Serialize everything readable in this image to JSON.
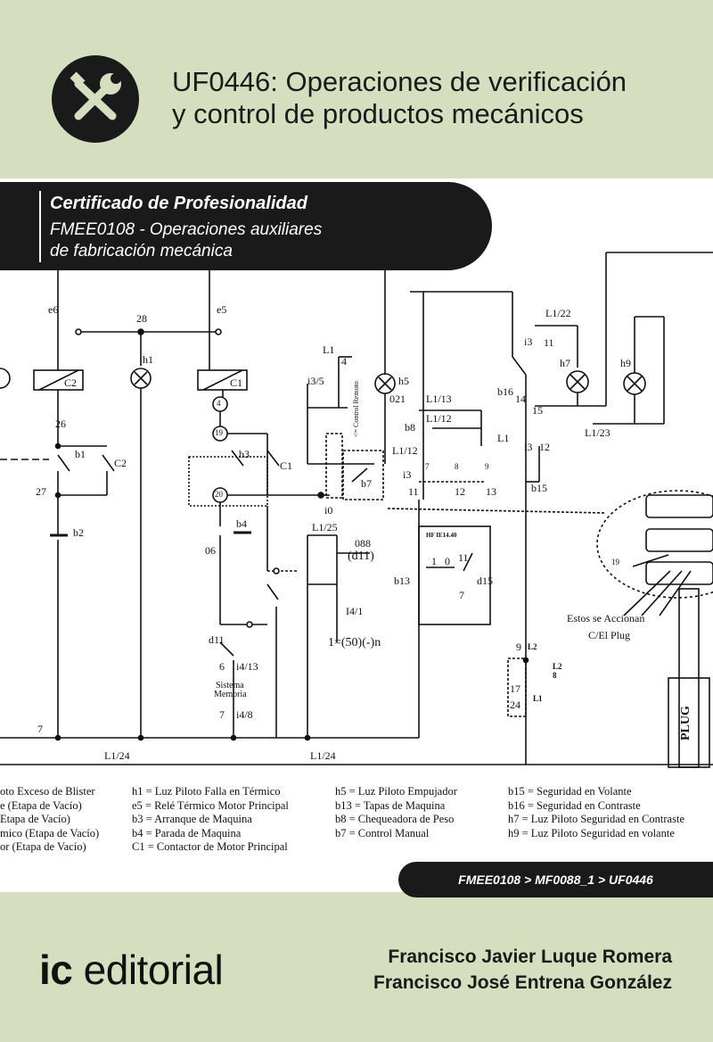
{
  "book": {
    "title_line1": "UF0446: Operaciones de verificación",
    "title_line2": "y control de productos mecánicos",
    "cert_title": "Certificado de Profesionalidad",
    "cert_sub_line1": "FMEE0108 - Operaciones auxiliares",
    "cert_sub_line2": "de fabricación mecánica",
    "path": "FMEE0108 > MF0088_1 > UF0446",
    "publisher_ic": "ic",
    "publisher_name": " editorial",
    "author1": "Francisco Javier Luque Romera",
    "author2": "Francisco José Entrena González",
    "logo_icon": "wrench-screwdriver-icon"
  },
  "diagram": {
    "labels": {
      "e6": "e6",
      "e5": "e5",
      "n28": "28",
      "h1": "h1",
      "c2": "C2",
      "c1": "C1",
      "n26": "26",
      "b1": "b1",
      "c2b": "C2",
      "n27": "27",
      "b2": "b2",
      "n4": "4",
      "n19": "19",
      "b3": "b3",
      "c1b": "C1",
      "n20": "20",
      "b4": "b4",
      "n06": "06",
      "d11": "d11",
      "n6": "6",
      "i413": "i4/13",
      "sistema": "Sistema",
      "memoria": "Memoria",
      "n7b": "7",
      "i48": "i4/8",
      "n7": "7",
      "l124a": "L1/24",
      "l124b": "L1/24",
      "l1": "L1",
      "n4b": "4",
      "i35": "i3/5",
      "h5": "h5",
      "n021": "021",
      "control_remoto": "<= Control Remoto",
      "b7": "b7",
      "i0": "i0",
      "l125": "L1/25",
      "n088": "088",
      "d11b": "(d11)",
      "i41": "I4/1",
      "n50": "1=(50)(-)n",
      "l113": "L1/13",
      "l112": "L1/12",
      "b8": "b8",
      "l112b": "L1/12",
      "i3": "i3",
      "n7c": "7",
      "n8": "8",
      "n9": "9",
      "n11": "11",
      "n12": "12",
      "n13": "13",
      "hf": "HF IE14.40",
      "b13": "b13",
      "n1": "1",
      "n0": "0",
      "n11b": "11",
      "d15": "d15",
      "n7d": "7",
      "l122": "L1/22",
      "i3b": "i3",
      "n11c": "11",
      "h7": "h7",
      "h9": "h9",
      "b16": "b16",
      "n14": "14",
      "n15": "15",
      "l1b": "L1",
      "i312": "i3",
      "n12b": "12",
      "l123": "L1/23",
      "b15": "b15",
      "n19b": "19",
      "accionan1": "Estos se Accionan",
      "accionan2": "C/El Plug",
      "n9b": "9",
      "l2": "L2",
      "n8b": "8",
      "n17": "17",
      "l1c": "L1",
      "n24": "24",
      "l2b": "L2",
      "plug": "PLUG"
    },
    "legend": [
      [
        "oto Exceso de Blister",
        "h1 = Luz Piloto Falla en Térmico",
        "h5 = Luz Piloto Empujador",
        "b15 = Seguridad en Volante"
      ],
      [
        "e (Etapa de Vacío)",
        "e5 = Relé Térmico Motor Principal",
        "b13 = Tapas de Maquina",
        "b16 = Seguridad en Contraste"
      ],
      [
        "Etapa de Vacío)",
        "b3 = Arranque de Maquina",
        "b8 = Chequeadora de Peso",
        "h7 = Luz Piloto Seguridad en Contraste"
      ],
      [
        "mico (Etapa de Vacío)",
        "b4 = Parada de Maquina",
        "b7 = Control Manual",
        "h9 = Luz Piloto Seguridad en volante"
      ],
      [
        "or (Etapa de Vacío)",
        "C1 = Contactor de Motor Principal",
        "",
        ""
      ]
    ]
  }
}
